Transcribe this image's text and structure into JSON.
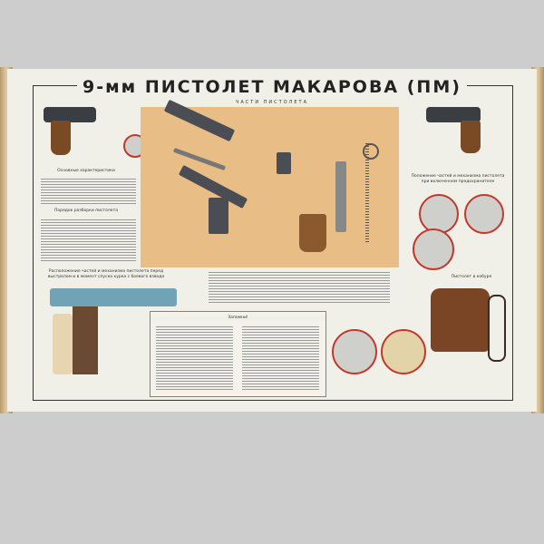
{
  "poster": {
    "title": "9-мм ПИСТОЛЕТ МАКАРОВА (ПМ)",
    "subtitle": "ЧАСТИ ПИСТОЛЕТА",
    "sections": {
      "characteristics": "Основные характеристики",
      "disassembly": "Порядок разборки пистолета",
      "cutaway": "Расположение частей и механизма пистолета перед выстрелом и в момент спуска курка с боевого взвода",
      "safety_position": "Положение частей и механизма пистолета при включенном предохранителе",
      "holster": "Пистолет в кобуре",
      "remember": "Запомни!"
    },
    "colors": {
      "parts_panel": "#e9bd86",
      "circle_border": "#c0392b",
      "paper": "#f1f0e8"
    }
  }
}
